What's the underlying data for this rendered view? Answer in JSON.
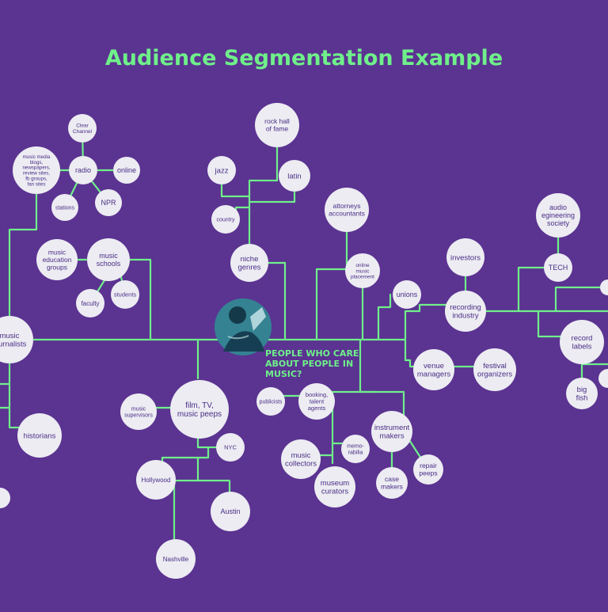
{
  "title": "Audience Segmentation Example",
  "center": {
    "label": "PEOPLE WHO CARE ABOUT PEOPLE IN MUSIC?"
  },
  "colors": {
    "background": "#5b3391",
    "line": "#6ff08a",
    "node": "#ececf2",
    "node_text": "#4a2d86",
    "title": "#6ff08a"
  },
  "nodes": [
    {
      "id": "clear-channel",
      "lines": [
        "Clear",
        "Channel"
      ]
    },
    {
      "id": "music-media",
      "lines": [
        "music media",
        "blogs,",
        "newspapers,",
        "review sites,",
        "fb groups,",
        "fan sites"
      ]
    },
    {
      "id": "radio",
      "lines": [
        "radio"
      ]
    },
    {
      "id": "online",
      "lines": [
        "online"
      ]
    },
    {
      "id": "stations",
      "lines": [
        "stations"
      ]
    },
    {
      "id": "npr",
      "lines": [
        "NPR"
      ]
    },
    {
      "id": "music-education-groups",
      "lines": [
        "music",
        "education",
        "groups"
      ]
    },
    {
      "id": "music-schools",
      "lines": [
        "music",
        "schools"
      ]
    },
    {
      "id": "faculty",
      "lines": [
        "faculty"
      ]
    },
    {
      "id": "students",
      "lines": [
        "students"
      ]
    },
    {
      "id": "music-journalists",
      "lines": [
        "music",
        "journalists"
      ]
    },
    {
      "id": "historians",
      "lines": [
        "historians"
      ]
    },
    {
      "id": "rock-hall",
      "lines": [
        "rock hall",
        "of fame"
      ]
    },
    {
      "id": "jazz",
      "lines": [
        "jazz"
      ]
    },
    {
      "id": "latin",
      "lines": [
        "latin"
      ]
    },
    {
      "id": "country",
      "lines": [
        "country"
      ]
    },
    {
      "id": "niche-genres",
      "lines": [
        "niche",
        "genres"
      ]
    },
    {
      "id": "attorneys",
      "lines": [
        "attorneys",
        "accountants"
      ]
    },
    {
      "id": "online-placement",
      "lines": [
        "online",
        "music",
        "placement"
      ]
    },
    {
      "id": "unions",
      "lines": [
        "unions"
      ]
    },
    {
      "id": "investors",
      "lines": [
        "investors"
      ]
    },
    {
      "id": "recording-industry",
      "lines": [
        "recording",
        "industry"
      ]
    },
    {
      "id": "audio-society",
      "lines": [
        "audio",
        "egineering",
        "society"
      ]
    },
    {
      "id": "tech",
      "lines": [
        "TECH"
      ]
    },
    {
      "id": "record-labels",
      "lines": [
        "record",
        "labels"
      ]
    },
    {
      "id": "big-fish",
      "lines": [
        "big",
        "fish"
      ]
    },
    {
      "id": "venue-managers",
      "lines": [
        "venue",
        "managers"
      ]
    },
    {
      "id": "festival-organizers",
      "lines": [
        "festival",
        "organizers"
      ]
    },
    {
      "id": "publicists",
      "lines": [
        "publicists"
      ]
    },
    {
      "id": "booking",
      "lines": [
        "booking,",
        "talent",
        "agents"
      ]
    },
    {
      "id": "music-supervisors",
      "lines": [
        "music",
        "supervisors"
      ]
    },
    {
      "id": "film-tv",
      "lines": [
        "film, TV,",
        "music peeps"
      ]
    },
    {
      "id": "nyc",
      "lines": [
        "NYC"
      ]
    },
    {
      "id": "hollywood",
      "lines": [
        "Hollywood"
      ]
    },
    {
      "id": "austin",
      "lines": [
        "Austin"
      ]
    },
    {
      "id": "nashville",
      "lines": [
        "Nashville"
      ]
    },
    {
      "id": "instrument-makers",
      "lines": [
        "instrument",
        "makers"
      ]
    },
    {
      "id": "memorabilia",
      "lines": [
        "memo-",
        "rabilia"
      ]
    },
    {
      "id": "music-collectors",
      "lines": [
        "music",
        "collectors"
      ]
    },
    {
      "id": "museum-curators",
      "lines": [
        "museum",
        "curators"
      ]
    },
    {
      "id": "case-makers",
      "lines": [
        "case",
        "makers"
      ]
    },
    {
      "id": "repair-peeps",
      "lines": [
        "repair",
        "peeps"
      ]
    }
  ]
}
